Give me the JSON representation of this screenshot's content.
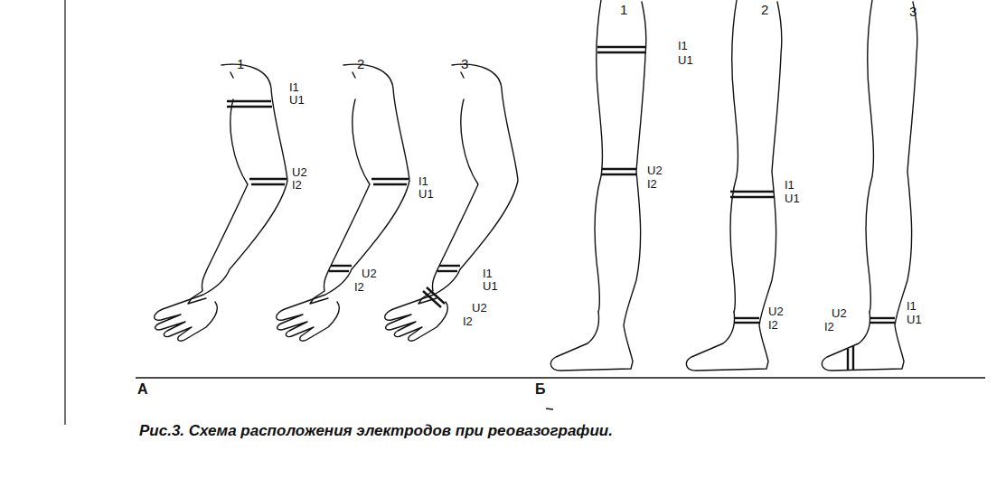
{
  "diagram": {
    "caption": "Рис.3. Схема расположения электродов при реовазографии.",
    "labels": [
      "1",
      "I1",
      "U1",
      "U2",
      "I2",
      "2",
      "I1",
      "U1",
      "U2",
      "I2",
      "3",
      "I1",
      "U1",
      "U2",
      "I2",
      "1",
      "I1",
      "U1",
      "U2",
      "I2",
      "2",
      "I1",
      "U1",
      "U2",
      "I2",
      "3",
      "I1",
      "U1",
      "U2",
      "I2",
      "А",
      "Б"
    ]
  }
}
